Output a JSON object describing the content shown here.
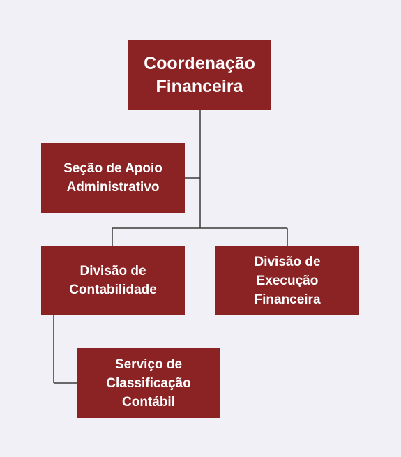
{
  "colors": {
    "background": "#f1f0f6",
    "box": "#8b2325",
    "text": "#ffffff",
    "connector": "#3a3a3a"
  },
  "org_chart": {
    "root": {
      "label": "Coordenação\nFinanceira"
    },
    "staff": {
      "label": "Seção de Apoio\nAdministrativo"
    },
    "divisions": [
      {
        "label": "Divisão de\nContabilidade"
      },
      {
        "label": "Divisão de\nExecução\nFinanceira"
      }
    ],
    "sub_unit": {
      "label": "Serviço de\nClassificação\nContábil"
    }
  }
}
